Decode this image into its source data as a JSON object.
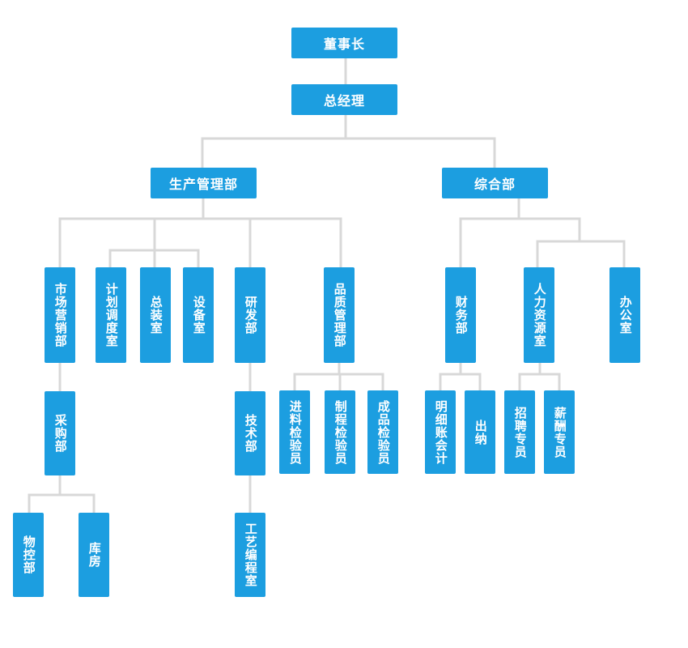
{
  "colors": {
    "node": "#1c9ee0",
    "text": "#ffffff",
    "line": "#d8d8d8"
  },
  "nodes": {
    "chairman": "董事长",
    "general_manager": "总经理",
    "production_dept": "生产管理部",
    "general_affairs_dept": "综合部",
    "marketing_sales_dept": "市场营销部",
    "planning_dispatch_office": "计划调度室",
    "assembly_office": "总装室",
    "equipment_office": "设备室",
    "rd_dept": "研发部",
    "quality_dept": "品质管理部",
    "finance_dept": "财务部",
    "hr_office": "人力资源室",
    "admin_office": "办公室",
    "purchasing_dept": "采购部",
    "technology_dept": "技术部",
    "incoming_inspector": "进料检验员",
    "process_inspector": "制程检验员",
    "product_inspector": "成品检验员",
    "detail_accountant": "明细账会计",
    "cashier": "出纳",
    "recruitment_specialist": "招聘专员",
    "compensation_specialist": "薪酬专员",
    "material_control_dept": "物控部",
    "warehouse": "库房",
    "process_programming_office": "工艺编程室"
  }
}
